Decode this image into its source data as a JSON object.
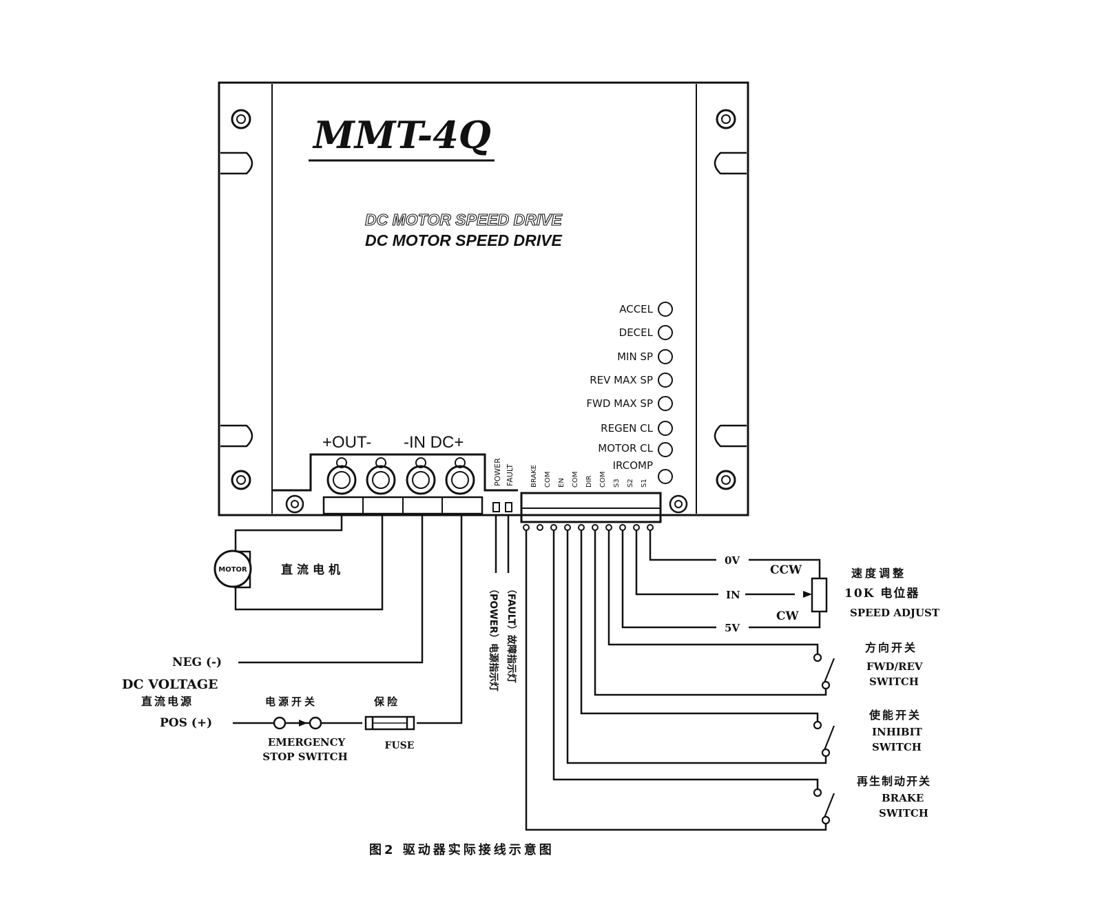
{
  "device": {
    "model": "MMT-4Q",
    "subtitle_outline": "DC MOTOR SPEED DRIVE",
    "subtitle": "DC MOTOR SPEED DRIVE"
  },
  "trimmers": [
    "ACCEL",
    "DECEL",
    "MIN SP",
    "REV MAX SP",
    "FWD MAX SP",
    "REGEN CL",
    "MOTOR CL",
    "IRCOMP"
  ],
  "power_terminals": {
    "out_label": "+OUT-",
    "in_label": "-IN DC+"
  },
  "leds": [
    "POWER",
    "FAULT"
  ],
  "signal_terminals": [
    "BRAKE",
    "COM",
    "EN",
    "COM",
    "DIR",
    "COM",
    "S3",
    "S2",
    "S1"
  ],
  "motor": {
    "symbol": "MOTOR",
    "label_cn": "直流电机"
  },
  "supply": {
    "neg_label": "NEG (-)",
    "dc_voltage_en": "DC VOLTAGE",
    "dc_voltage_cn": "直流电源",
    "pos_label": "POS (+)",
    "estop_cn": "电源开关",
    "estop_en_1": "EMERGENCY",
    "estop_en_2": "STOP SWITCH",
    "fuse_cn": "保险",
    "fuse_en": "FUSE"
  },
  "indicators": {
    "power_label": "（POWER）电源指示灯",
    "fault_label": "（FAULT）故障指示灯"
  },
  "potentiometer": {
    "pin_0v": "0V",
    "pin_in": "IN",
    "pin_5v": "5V",
    "ccw": "CCW",
    "cw": "CW",
    "label_cn_1": "速度调整",
    "label_cn_2": "10K 电位器",
    "label_en": "SPEED ADJUST"
  },
  "switches": {
    "dir_cn": "方向开关",
    "dir_en_1": "FWD/REV",
    "dir_en_2": "SWITCH",
    "inhibit_cn": "使能开关",
    "inhibit_en_1": "INHIBIT",
    "inhibit_en_2": "SWITCH",
    "brake_cn": "再生制动开关",
    "brake_en_1": "BRAKE",
    "brake_en_2": "SWITCH"
  },
  "caption": "图2  驱动器实际接线示意图"
}
